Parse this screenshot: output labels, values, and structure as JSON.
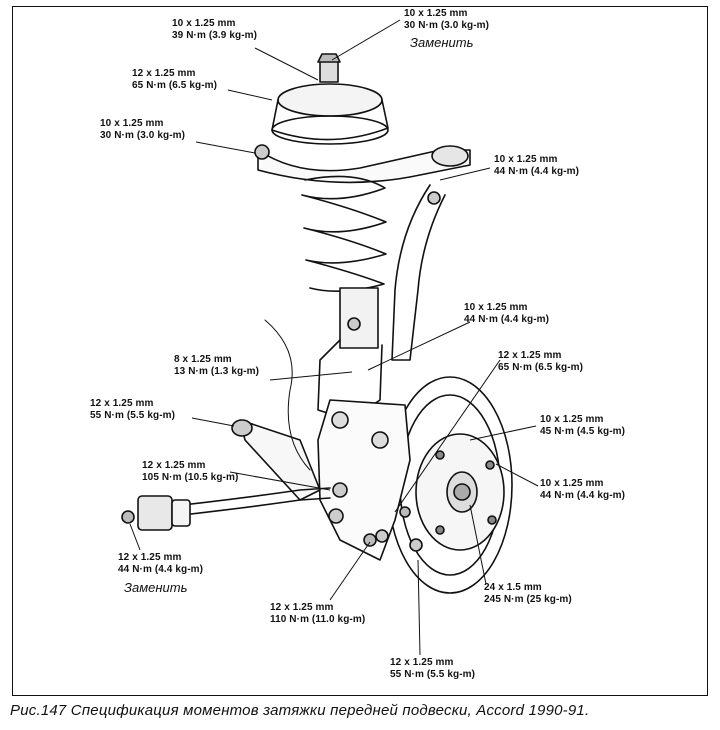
{
  "labels": {
    "top_left": {
      "size": "10 x 1.25 mm",
      "torque": "39 N·m (3.9 kg-m)"
    },
    "top_right": {
      "size": "10 x 1.25 mm",
      "torque": "30 N·m (3.0 kg-m)",
      "note": "Заменить"
    },
    "mount_12": {
      "size": "12 x 1.25 mm",
      "torque": "65 N·m (6.5 kg-m)"
    },
    "arm_left": {
      "size": "10 x 1.25 mm",
      "torque": "30 N·m (3.0 kg-m)"
    },
    "arm_right": {
      "size": "10 x 1.25 mm",
      "torque": "44 N·m (4.4 kg-m)"
    },
    "knuckle_top": {
      "size": "10 x 1.25 mm",
      "torque": "44 N·m (4.4 kg-m)"
    },
    "sensor": {
      "size": "8 x 1.25 mm",
      "torque": "13 N·m (1.3 kg-m)"
    },
    "hub_upper": {
      "size": "12 x 1.25 mm",
      "torque": "65 N·m (6.5 kg-m)"
    },
    "lower_arm": {
      "size": "12 x 1.25 mm",
      "torque": "55 N·m (5.5 kg-m)"
    },
    "caliper_a": {
      "size": "10 x 1.25 mm",
      "torque": "45 N·m (4.5 kg-m)"
    },
    "caliper_b": {
      "size": "10 x 1.25 mm",
      "torque": "44 N·m (4.4 kg-m)"
    },
    "ball_joint": {
      "size": "12 x 1.25 mm",
      "torque": "105 N·m (10.5 kg-m)"
    },
    "stab_end": {
      "size": "12 x 1.25 mm",
      "torque": "44 N·m (4.4 kg-m)",
      "note": "Заменить"
    },
    "spindle": {
      "size": "24 x 1.5 mm",
      "torque": "245 N·m (25 kg-m)"
    },
    "lower_bolt": {
      "size": "12 x 1.25 mm",
      "torque": "110 N·m (11.0 kg-m)"
    },
    "bottom": {
      "size": "12 x 1.25 mm",
      "torque": "55 N·m (5.5 kg-m)"
    }
  },
  "caption": "Рис.147  Спецификация моментов затяжки передней подвески, Accord  1990-91."
}
